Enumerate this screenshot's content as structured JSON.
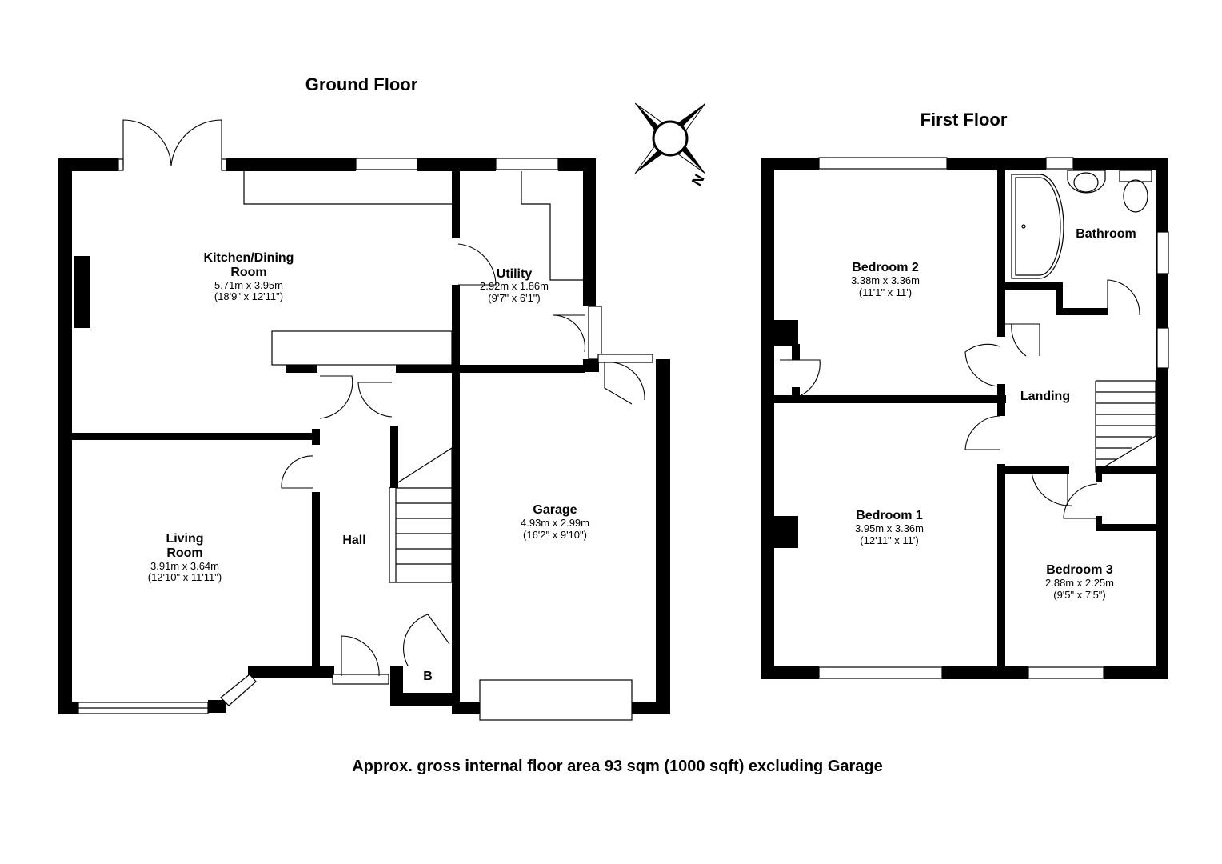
{
  "floors": {
    "ground": {
      "title": "Ground Floor",
      "rooms": {
        "kitchen": {
          "name_1": "Kitchen/Dining",
          "name_2": "Room",
          "metric": "5.71m x 3.95m",
          "imperial": "(18'9\" x 12'11\")"
        },
        "utility": {
          "name": "Utility",
          "metric": "2.92m x 1.86m",
          "imperial": "(9'7\" x 6'1\")"
        },
        "living": {
          "name_1": "Living",
          "name_2": "Room",
          "metric": "3.91m x 3.64m",
          "imperial": "(12'10\" x 11'11\")"
        },
        "hall": {
          "name": "Hall"
        },
        "garage": {
          "name": "Garage",
          "metric": "4.93m x 2.99m",
          "imperial": "(16'2\" x 9'10\")"
        },
        "cupboard": {
          "name": "B"
        }
      }
    },
    "first": {
      "title": "First Floor",
      "rooms": {
        "bedroom2": {
          "name": "Bedroom 2",
          "metric": "3.38m x 3.36m",
          "imperial": "(11'1\" x 11')"
        },
        "bathroom": {
          "name": "Bathroom"
        },
        "landing": {
          "name": "Landing"
        },
        "bedroom1": {
          "name": "Bedroom 1",
          "metric": "3.95m x 3.36m",
          "imperial": "(12'11\" x 11')"
        },
        "bedroom3": {
          "name": "Bedroom 3",
          "metric": "2.88m x 2.25m",
          "imperial": "(9'5\" x 7'5\")"
        }
      }
    }
  },
  "compass": {
    "icon": "compass-rose-icon",
    "label": "N"
  },
  "footer": {
    "area_note": "Approx. gross internal floor area 93 sqm (1000 sqft) excluding Garage"
  }
}
